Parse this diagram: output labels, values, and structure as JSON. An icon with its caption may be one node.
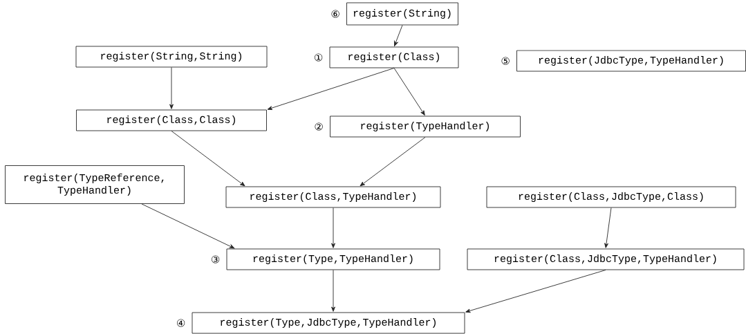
{
  "diagram": {
    "nodes": [
      {
        "text": [
          "register(String)"
        ],
        "beside": [
          "⑥"
        ]
      },
      {
        "text": [
          "register(String,String)"
        ]
      },
      {
        "text": [
          "register(Class)"
        ],
        "beside": [
          "①"
        ]
      },
      {
        "text": [
          "register(JdbcType,TypeHandler)"
        ],
        "beside": [
          "⑤"
        ]
      },
      {
        "text": [
          "register(Class,Class)"
        ]
      },
      {
        "text": [
          "register(TypeHandler)"
        ],
        "beside": [
          "②"
        ]
      },
      {
        "text": [
          "register(TypeReference, TypeHandler)"
        ]
      },
      {
        "text": [
          "register(Class,TypeHandler)"
        ]
      },
      {
        "text": [
          "register(Class,JdbcType,Class)"
        ]
      },
      {
        "text": [
          "register(Type,TypeHandler)"
        ],
        "beside": [
          "③"
        ]
      },
      {
        "text": [
          "register(Class,JdbcType,TypeHandler)"
        ]
      },
      {
        "text": [
          "register(Type,JdbcType,TypeHandler)"
        ],
        "beside": [
          "④"
        ]
      }
    ],
    "edges": [
      {
        "from": 0,
        "to": 2,
        "arrow": "to"
      },
      {
        "from": 1,
        "to": 4,
        "arrow": "to"
      },
      {
        "from": 2,
        "to": 4,
        "arrow": "to"
      },
      {
        "from": 2,
        "to": 5,
        "arrow": "to"
      },
      {
        "from": 4,
        "to": 7,
        "arrow": "to"
      },
      {
        "from": 5,
        "to": 7,
        "arrow": "to"
      },
      {
        "from": 6,
        "to": 9,
        "arrow": "to"
      },
      {
        "from": 7,
        "to": 9,
        "arrow": "to"
      },
      {
        "from": 8,
        "to": 10,
        "arrow": "to"
      },
      {
        "from": 9,
        "to": 11,
        "arrow": "to"
      },
      {
        "from": 10,
        "to": 11,
        "arrow": "to"
      }
    ]
  }
}
